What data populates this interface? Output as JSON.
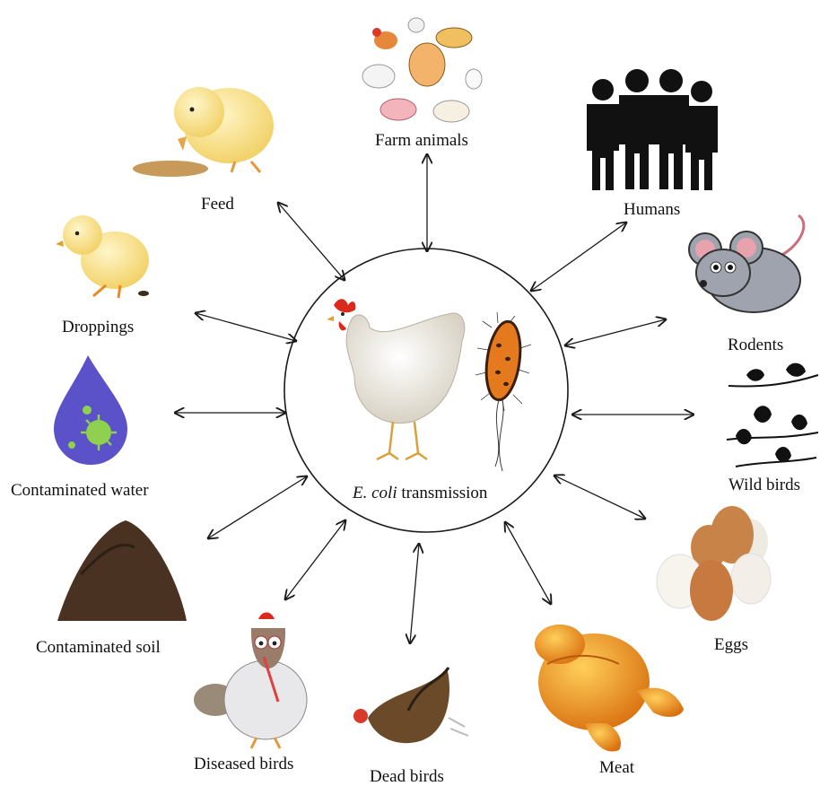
{
  "center": {
    "italic": "E. coli",
    "rest": "transmission"
  },
  "nodes": [
    {
      "id": "farm-animals",
      "label": "Farm animals",
      "icon": "farm-animals-icon"
    },
    {
      "id": "humans",
      "label": "Humans",
      "icon": "humans-icon"
    },
    {
      "id": "feed",
      "label": "Feed",
      "icon": "chick-feed-icon"
    },
    {
      "id": "droppings",
      "label": "Droppings",
      "icon": "chick-droppings-icon"
    },
    {
      "id": "rodents",
      "label": "Rodents",
      "icon": "mouse-icon"
    },
    {
      "id": "contaminated-water",
      "label": "Contaminated water",
      "icon": "water-drop-icon"
    },
    {
      "id": "wild-birds",
      "label": "Wild birds",
      "icon": "wild-birds-icon"
    },
    {
      "id": "eggs",
      "label": "Eggs",
      "icon": "eggs-icon"
    },
    {
      "id": "contaminated-soil",
      "label": "Contaminated soil",
      "icon": "soil-pile-icon"
    },
    {
      "id": "diseased-birds",
      "label": "Diseased birds",
      "icon": "sick-hen-icon"
    },
    {
      "id": "dead-birds",
      "label": "Dead birds",
      "icon": "dead-bird-icon"
    },
    {
      "id": "meat",
      "label": "Meat",
      "icon": "roast-chicken-icon"
    }
  ],
  "colors": {
    "arrow": "#1a1a1a",
    "circle": "#1a1a1a",
    "water": "#5b52c9",
    "microbe": "#8fd14f",
    "soil": "#4a3222",
    "meat": "#e8861a"
  }
}
